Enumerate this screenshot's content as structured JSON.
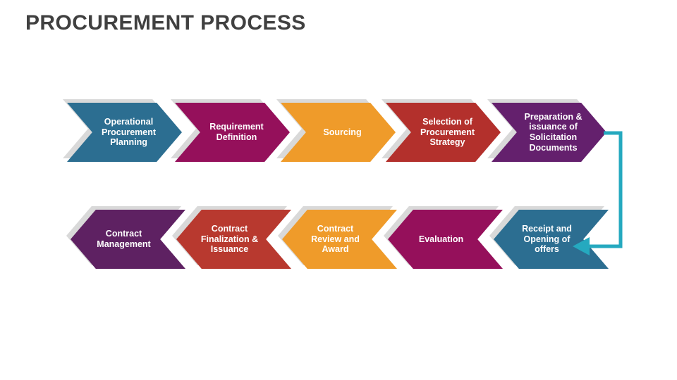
{
  "slide": {
    "title": "PROCUREMENT PROCESS",
    "background_color": "#ffffff",
    "title_color": "#404040"
  },
  "diagram": {
    "type": "process-flow",
    "shadow_color": "#d9d9d9",
    "connector": {
      "name": "flow-connector",
      "color": "#25A9BF",
      "from_step": "Preparation & issuance of Solicitation Documents",
      "to_step": "Receipt and Opening of offers",
      "style": "elbow-with-arrowhead",
      "arrow_direction": "left"
    },
    "rows": [
      {
        "id": "top",
        "direction": "right",
        "steps": [
          {
            "index": 1,
            "label": "Operational\nProcurement\nPlanning",
            "color": "#2C6E91"
          },
          {
            "index": 2,
            "label": "Requirement\nDefinition",
            "color": "#95105B"
          },
          {
            "index": 3,
            "label": "Sourcing",
            "color": "#EF9B2A"
          },
          {
            "index": 4,
            "label": "Selection of\nProcurement\nStrategy",
            "color": "#B3302C"
          },
          {
            "index": 5,
            "label": "Preparation &\nissuance of\nSolicitation\nDocuments",
            "color": "#64206D"
          }
        ]
      },
      {
        "id": "bottom",
        "direction": "left",
        "steps": [
          {
            "index": 10,
            "label": "Contract\nManagement",
            "color": "#5E2162"
          },
          {
            "index": 9,
            "label": "Contract\nFinalization &\nIssuance",
            "color": "#B8392F"
          },
          {
            "index": 8,
            "label": "Contract\nReview and\nAward",
            "color": "#EF9B2A"
          },
          {
            "index": 7,
            "label": "Evaluation",
            "color": "#95105B"
          },
          {
            "index": 6,
            "label": "Receipt and\nOpening of\noffers",
            "color": "#2C6E91"
          }
        ]
      }
    ]
  }
}
